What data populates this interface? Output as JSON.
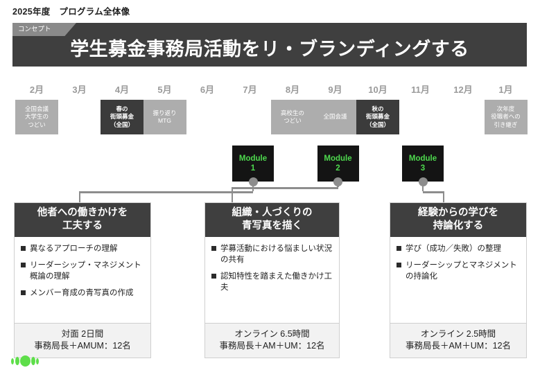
{
  "slide": {
    "title": "2025年度　プログラム全体像"
  },
  "banner": {
    "tag": "コンセプト",
    "title": "学生募金事務局活動をリ・ブランディングする",
    "bg_color": "#3f3f3f",
    "tag_color": "#8a8a8a"
  },
  "timeline": {
    "months": [
      "2月",
      "3月",
      "4月",
      "5月",
      "6月",
      "7月",
      "8月",
      "9月",
      "10月",
      "11月",
      "12月",
      "1月"
    ],
    "events": [
      {
        "month_index": 0,
        "text": "全国会議\n大学生の\nつどい",
        "style": "light"
      },
      {
        "month_index": 2,
        "text": "春の\n街頭募金\n（全国）",
        "style": "dark"
      },
      {
        "month_index": 3,
        "text": "振り返り\nMTG",
        "style": "light"
      },
      {
        "month_index": 6,
        "text": "高校生の\nつどい",
        "style": "light"
      },
      {
        "month_index": 7,
        "text": "全国会議",
        "style": "light"
      },
      {
        "month_index": 8,
        "text": "秋の\n街頭募金\n（全国）",
        "style": "dark"
      },
      {
        "month_index": 11,
        "text": "次年度\n役職者への\n引き継ぎ",
        "style": "light"
      }
    ]
  },
  "modules": [
    {
      "label": "Module",
      "number": "1",
      "accent": "#4ed94e"
    },
    {
      "label": "Module",
      "number": "2",
      "accent": "#4ed94e"
    },
    {
      "label": "Module",
      "number": "3",
      "accent": "#4ed94e"
    }
  ],
  "cards": [
    {
      "heading": "他者への働きかけを\n工夫する",
      "bullets": [
        "異なるアプローチの理解",
        "リーダーシップ・マネジメント概論の理解",
        "メンバー育成の青写真の作成"
      ],
      "footer": "対面 2日間\n事務局長＋AMUM：12名"
    },
    {
      "heading": "組織・人づくりの\n青写真を描く",
      "bullets": [
        "学募活動における悩ましい状況の共有",
        "認知特性を踏まえた働きかけ工夫"
      ],
      "footer": "オンライン 6.5時間\n事務局長＋AM＋UM：12名"
    },
    {
      "heading": "経験からの学びを\n持論化する",
      "bullets": [
        "学び（成功／失敗）の整理",
        "リーダーシップとマネジメントの持論化"
      ],
      "footer": "オンライン 2.5時間\n事務局長＋AM＋UM：12名"
    }
  ],
  "logo": {
    "name": "brand-mark",
    "color": "#5ede4a"
  }
}
